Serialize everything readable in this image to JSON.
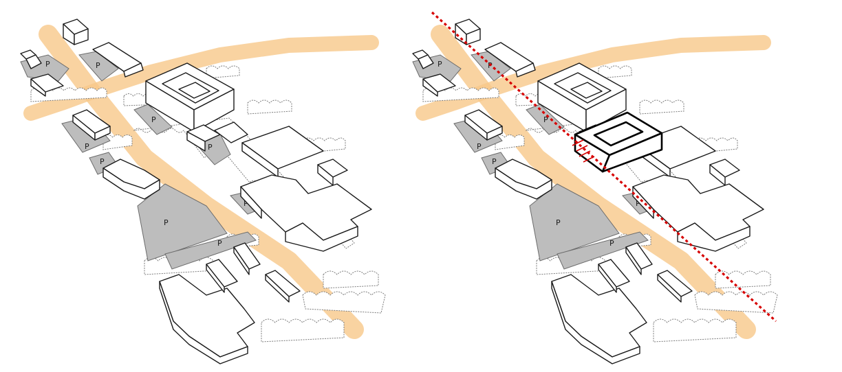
{
  "labels": {
    "parking": "P"
  },
  "colors": {
    "road_highlight": "#f8c889",
    "parking_fill": "#bdbdbd",
    "building_outline": "#1a1a1a",
    "tree_outline": "#7a7a7a",
    "new_building_outline": "#000000",
    "alignment_line": "#d60000"
  },
  "panels": [
    {
      "name": "existing-site-sketch"
    },
    {
      "name": "proposed-site-sketch"
    }
  ]
}
